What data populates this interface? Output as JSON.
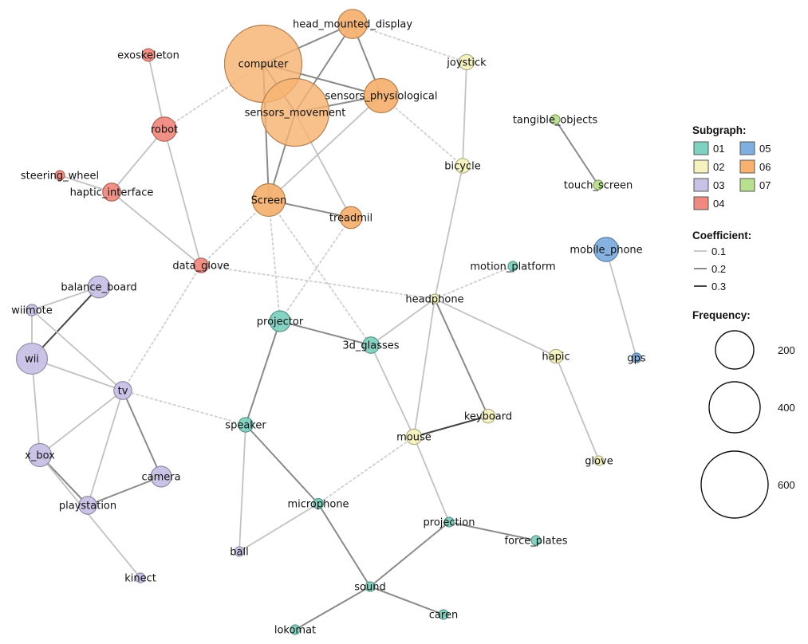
{
  "palette": {
    "01": "#7fd1c1",
    "02": "#f5f2bf",
    "03": "#c9c1e6",
    "04": "#f08a80",
    "05": "#7faee0",
    "06": "#f7b272",
    "07": "#b7e08f"
  },
  "nodes": [
    {
      "id": "computer",
      "label": "computer",
      "group": "06",
      "freq": 560
    },
    {
      "id": "head_mounted_display",
      "label": "head_mounted_display",
      "group": "06",
      "freq": 80
    },
    {
      "id": "sensors_physiological",
      "label": "sensors_physiological",
      "group": "06",
      "freq": 110
    },
    {
      "id": "sensors_movement",
      "label": "sensors_movement",
      "group": "06",
      "freq": 430
    },
    {
      "id": "Screen",
      "label": "Screen",
      "group": "06",
      "freq": 100
    },
    {
      "id": "treadmil",
      "label": "treadmil",
      "group": "06",
      "freq": 45
    },
    {
      "id": "exoskeleton",
      "label": "exoskeleton",
      "group": "04",
      "freq": 15
    },
    {
      "id": "robot",
      "label": "robot",
      "group": "04",
      "freq": 55
    },
    {
      "id": "steering_wheel",
      "label": "steering_wheel",
      "group": "04",
      "freq": 8
    },
    {
      "id": "haptic_interface",
      "label": "haptic_interface",
      "group": "04",
      "freq": 30
    },
    {
      "id": "data_glove",
      "label": "data_glove",
      "group": "04",
      "freq": 20
    },
    {
      "id": "joystick",
      "label": "joystick",
      "group": "02",
      "freq": 22
    },
    {
      "id": "bicycle",
      "label": "bicycle",
      "group": "02",
      "freq": 20
    },
    {
      "id": "tangible_objects",
      "label": "tangible_objects",
      "group": "07",
      "freq": 6
    },
    {
      "id": "touch_screen",
      "label": "touch_screen",
      "group": "07",
      "freq": 6
    },
    {
      "id": "mobile_phone",
      "label": "mobile_phone",
      "group": "05",
      "freq": 55
    },
    {
      "id": "gps",
      "label": "gps",
      "group": "05",
      "freq": 5
    },
    {
      "id": "motion_platform",
      "label": "motion_platform",
      "group": "01",
      "freq": 5
    },
    {
      "id": "headphone",
      "label": "headphone",
      "group": "02",
      "freq": 8
    },
    {
      "id": "balance_board",
      "label": "balance_board",
      "group": "03",
      "freq": 45
    },
    {
      "id": "wiimote",
      "label": "wiimote",
      "group": "03",
      "freq": 12
    },
    {
      "id": "wii",
      "label": "wii",
      "group": "03",
      "freq": 90
    },
    {
      "id": "projector",
      "label": "projector",
      "group": "01",
      "freq": 40
    },
    {
      "id": "3d_glasses",
      "label": "3d_glasses",
      "group": "01",
      "freq": 25
    },
    {
      "id": "hapic",
      "label": "hapic",
      "group": "02",
      "freq": 18
    },
    {
      "id": "tv",
      "label": "tv",
      "group": "03",
      "freq": 30
    },
    {
      "id": "speaker",
      "label": "speaker",
      "group": "01",
      "freq": 20
    },
    {
      "id": "keyboard",
      "label": "keyboard",
      "group": "02",
      "freq": 18
    },
    {
      "id": "mouse",
      "label": "mouse",
      "group": "02",
      "freq": 22
    },
    {
      "id": "gps_glove",
      "label": "glove",
      "group": "02",
      "freq": 5
    },
    {
      "id": "x_box",
      "label": "x_box",
      "group": "03",
      "freq": 50
    },
    {
      "id": "camera",
      "label": "camera",
      "group": "03",
      "freq": 40
    },
    {
      "id": "playstation",
      "label": "playstation",
      "group": "03",
      "freq": 30
    },
    {
      "id": "microphone",
      "label": "microphone",
      "group": "01",
      "freq": 10
    },
    {
      "id": "projection",
      "label": "projection",
      "group": "01",
      "freq": 8
    },
    {
      "id": "force_plates",
      "label": "force_plates",
      "group": "01",
      "freq": 6
    },
    {
      "id": "ball",
      "label": "ball",
      "group": "03",
      "freq": 6
    },
    {
      "id": "kinect",
      "label": "kinect",
      "group": "03",
      "freq": 6
    },
    {
      "id": "sound",
      "label": "sound",
      "group": "01",
      "freq": 8
    },
    {
      "id": "caren",
      "label": "caren",
      "group": "01",
      "freq": 6
    },
    {
      "id": "lokomat",
      "label": "lokomat",
      "group": "01",
      "freq": 6
    }
  ],
  "edges": [
    {
      "a": "computer",
      "b": "head_mounted_display",
      "coef": 0.2,
      "dotted": false
    },
    {
      "a": "computer",
      "b": "sensors_physiological",
      "coef": 0.2,
      "dotted": false
    },
    {
      "a": "computer",
      "b": "sensors_movement",
      "coef": 0.2,
      "dotted": false
    },
    {
      "a": "computer",
      "b": "Screen",
      "coef": 0.2,
      "dotted": false
    },
    {
      "a": "computer",
      "b": "robot",
      "coef": 0.1,
      "dotted": true
    },
    {
      "a": "head_mounted_display",
      "b": "sensors_movement",
      "coef": 0.2,
      "dotted": false
    },
    {
      "a": "head_mounted_display",
      "b": "sensors_physiological",
      "coef": 0.2,
      "dotted": false
    },
    {
      "a": "head_mounted_display",
      "b": "joystick",
      "coef": 0.1,
      "dotted": true
    },
    {
      "a": "sensors_physiological",
      "b": "sensors_movement",
      "coef": 0.2,
      "dotted": false
    },
    {
      "a": "sensors_physiological",
      "b": "Screen",
      "coef": 0.1,
      "dotted": false
    },
    {
      "a": "sensors_physiological",
      "b": "bicycle",
      "coef": 0.1,
      "dotted": true
    },
    {
      "a": "sensors_movement",
      "b": "Screen",
      "coef": 0.2,
      "dotted": false
    },
    {
      "a": "sensors_movement",
      "b": "treadmil",
      "coef": 0.1,
      "dotted": false
    },
    {
      "a": "Screen",
      "b": "treadmil",
      "coef": 0.2,
      "dotted": false
    },
    {
      "a": "Screen",
      "b": "data_glove",
      "coef": 0.1,
      "dotted": true
    },
    {
      "a": "Screen",
      "b": "projector",
      "coef": 0.1,
      "dotted": true
    },
    {
      "a": "Screen",
      "b": "3d_glasses",
      "coef": 0.1,
      "dotted": true
    },
    {
      "a": "treadmil",
      "b": "projector",
      "coef": 0.1,
      "dotted": true
    },
    {
      "a": "exoskeleton",
      "b": "robot",
      "coef": 0.1,
      "dotted": false
    },
    {
      "a": "robot",
      "b": "haptic_interface",
      "coef": 0.1,
      "dotted": false
    },
    {
      "a": "robot",
      "b": "data_glove",
      "coef": 0.1,
      "dotted": false
    },
    {
      "a": "steering_wheel",
      "b": "haptic_interface",
      "coef": 0.1,
      "dotted": false
    },
    {
      "a": "haptic_interface",
      "b": "data_glove",
      "coef": 0.1,
      "dotted": false
    },
    {
      "a": "data_glove",
      "b": "headphone",
      "coef": 0.1,
      "dotted": true
    },
    {
      "a": "data_glove",
      "b": "tv",
      "coef": 0.1,
      "dotted": true
    },
    {
      "a": "joystick",
      "b": "bicycle",
      "coef": 0.1,
      "dotted": false
    },
    {
      "a": "bicycle",
      "b": "headphone",
      "coef": 0.1,
      "dotted": false
    },
    {
      "a": "tangible_objects",
      "b": "touch_screen",
      "coef": 0.2,
      "dotted": false
    },
    {
      "a": "mobile_phone",
      "b": "gps",
      "coef": 0.1,
      "dotted": false
    },
    {
      "a": "headphone",
      "b": "3d_glasses",
      "coef": 0.1,
      "dotted": false
    },
    {
      "a": "headphone",
      "b": "keyboard",
      "coef": 0.2,
      "dotted": false
    },
    {
      "a": "headphone",
      "b": "mouse",
      "coef": 0.1,
      "dotted": false
    },
    {
      "a": "headphone",
      "b": "hapic",
      "coef": 0.1,
      "dotted": false
    },
    {
      "a": "headphone",
      "b": "motion_platform",
      "coef": 0.1,
      "dotted": true
    },
    {
      "a": "hapic",
      "b": "gps_glove",
      "coef": 0.1,
      "dotted": false
    },
    {
      "a": "balance_board",
      "b": "wiimote",
      "coef": 0.1,
      "dotted": false
    },
    {
      "a": "balance_board",
      "b": "wii",
      "coef": 0.3,
      "dotted": false
    },
    {
      "a": "wiimote",
      "b": "wii",
      "coef": 0.1,
      "dotted": false
    },
    {
      "a": "wiimote",
      "b": "tv",
      "coef": 0.1,
      "dotted": false
    },
    {
      "a": "wii",
      "b": "x_box",
      "coef": 0.1,
      "dotted": false
    },
    {
      "a": "wii",
      "b": "tv",
      "coef": 0.1,
      "dotted": false
    },
    {
      "a": "tv",
      "b": "x_box",
      "coef": 0.1,
      "dotted": false
    },
    {
      "a": "tv",
      "b": "camera",
      "coef": 0.2,
      "dotted": false
    },
    {
      "a": "tv",
      "b": "playstation",
      "coef": 0.1,
      "dotted": false
    },
    {
      "a": "tv",
      "b": "speaker",
      "coef": 0.1,
      "dotted": true
    },
    {
      "a": "x_box",
      "b": "playstation",
      "coef": 0.2,
      "dotted": false
    },
    {
      "a": "x_box",
      "b": "kinect",
      "coef": 0.1,
      "dotted": false
    },
    {
      "a": "camera",
      "b": "playstation",
      "coef": 0.2,
      "dotted": false
    },
    {
      "a": "projector",
      "b": "3d_glasses",
      "coef": 0.2,
      "dotted": false
    },
    {
      "a": "projector",
      "b": "speaker",
      "coef": 0.2,
      "dotted": false
    },
    {
      "a": "3d_glasses",
      "b": "mouse",
      "coef": 0.1,
      "dotted": false
    },
    {
      "a": "speaker",
      "b": "microphone",
      "coef": 0.2,
      "dotted": false
    },
    {
      "a": "speaker",
      "b": "ball",
      "coef": 0.1,
      "dotted": false
    },
    {
      "a": "mouse",
      "b": "keyboard",
      "coef": 0.3,
      "dotted": false
    },
    {
      "a": "mouse",
      "b": "projection",
      "coef": 0.1,
      "dotted": false
    },
    {
      "a": "mouse",
      "b": "microphone",
      "coef": 0.1,
      "dotted": true
    },
    {
      "a": "microphone",
      "b": "ball",
      "coef": 0.1,
      "dotted": false
    },
    {
      "a": "microphone",
      "b": "sound",
      "coef": 0.2,
      "dotted": false
    },
    {
      "a": "projection",
      "b": "force_plates",
      "coef": 0.2,
      "dotted": false
    },
    {
      "a": "projection",
      "b": "sound",
      "coef": 0.2,
      "dotted": false
    },
    {
      "a": "sound",
      "b": "caren",
      "coef": 0.2,
      "dotted": false
    },
    {
      "a": "sound",
      "b": "lokomat",
      "coef": 0.2,
      "dotted": false
    }
  ],
  "legend": {
    "subgraph_title": "Subgraph:",
    "subgraph_items": [
      {
        "id": "01",
        "label": "01"
      },
      {
        "id": "02",
        "label": "02"
      },
      {
        "id": "03",
        "label": "03"
      },
      {
        "id": "04",
        "label": "04"
      },
      {
        "id": "05",
        "label": "05"
      },
      {
        "id": "06",
        "label": "06"
      },
      {
        "id": "07",
        "label": "07"
      }
    ],
    "coefficient_title": "Coefficient:",
    "coefficient_items": [
      {
        "value": 0.1,
        "label": "0.1"
      },
      {
        "value": 0.2,
        "label": "0.2"
      },
      {
        "value": 0.3,
        "label": "0.3"
      }
    ],
    "frequency_title": "Frequency:",
    "frequency_items": [
      {
        "value": 200,
        "label": "200"
      },
      {
        "value": 400,
        "label": "400"
      },
      {
        "value": 600,
        "label": "600"
      }
    ]
  }
}
